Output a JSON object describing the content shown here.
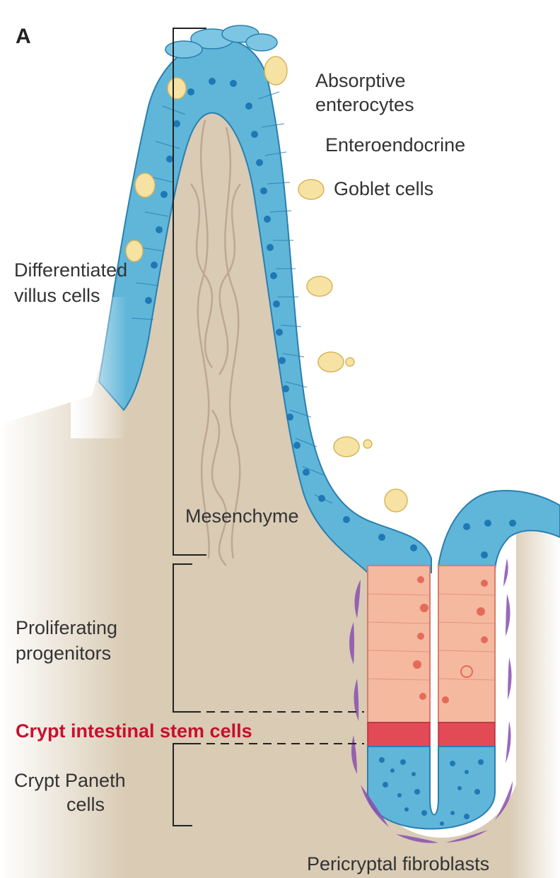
{
  "panel_label": "A",
  "labels": {
    "absorptive": [
      "Absorptive",
      "enterocytes"
    ],
    "enteroendocrine": "Enteroendocrine",
    "goblet": "Goblet cells",
    "differentiated": [
      "Differentiated",
      "villus cells"
    ],
    "mesenchyme": "Mesenchyme",
    "proliferating": [
      "Proliferating",
      "progenitors"
    ],
    "stem": "Crypt intestinal stem cells",
    "paneth": [
      "Crypt Paneth",
      "cells"
    ],
    "fibroblasts": "Pericryptal fibroblasts"
  },
  "colors": {
    "epithelium": "#5fb6d9",
    "epithelium_dark": "#2a7fb0",
    "nucleus": "#1f78b4",
    "mesenchyme": "#d9cbb4",
    "progenitor": "#f5b9a0",
    "stem": "#e24a55",
    "fibroblast": "#8a4fb0",
    "goblet": "#f6e3a4",
    "stem_label": "#c8102e",
    "text": "#333333"
  }
}
